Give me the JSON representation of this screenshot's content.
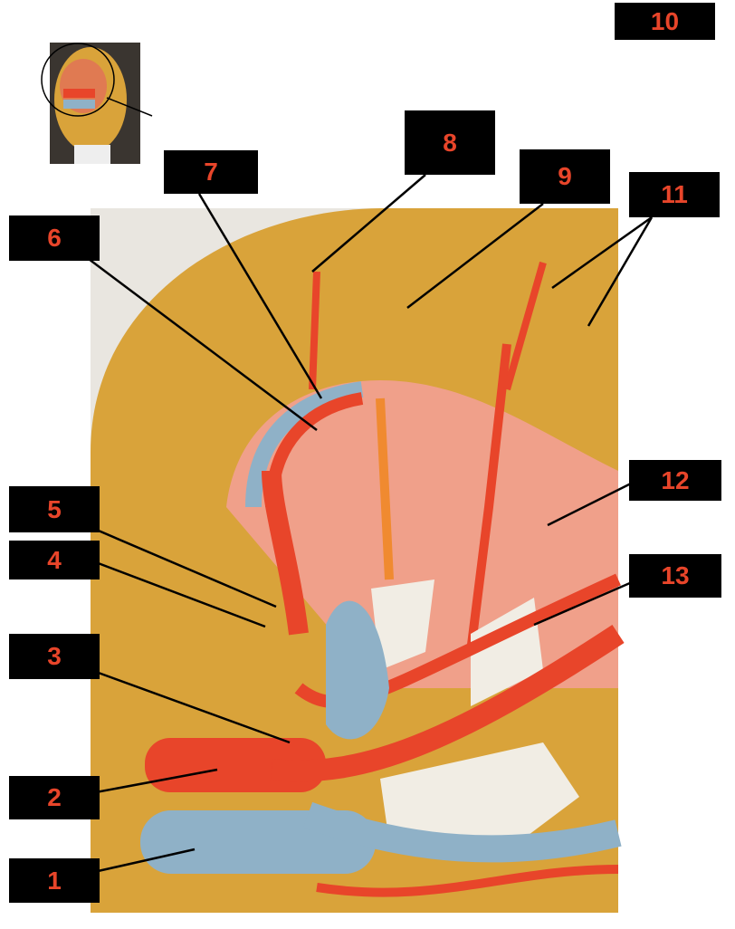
{
  "labels": [
    {
      "id": "1",
      "text": "1"
    },
    {
      "id": "2",
      "text": "2"
    },
    {
      "id": "3",
      "text": "3"
    },
    {
      "id": "4",
      "text": "4"
    },
    {
      "id": "5",
      "text": "5"
    },
    {
      "id": "6",
      "text": "6"
    },
    {
      "id": "7",
      "text": "7"
    },
    {
      "id": "8",
      "text": "8"
    },
    {
      "id": "9",
      "text": "9"
    },
    {
      "id": "10",
      "text": "10"
    },
    {
      "id": "11",
      "text": "11"
    },
    {
      "id": "12",
      "text": "12"
    },
    {
      "id": "13",
      "text": "13"
    }
  ],
  "colors": {
    "label_bg": "#000000",
    "label_text": "#e8452a",
    "cortex": "#d9a33a",
    "artery": "#e8452a",
    "vein": "#8fb1c7",
    "medulla": "#f0a08a",
    "calyx": "#f1ede4"
  }
}
